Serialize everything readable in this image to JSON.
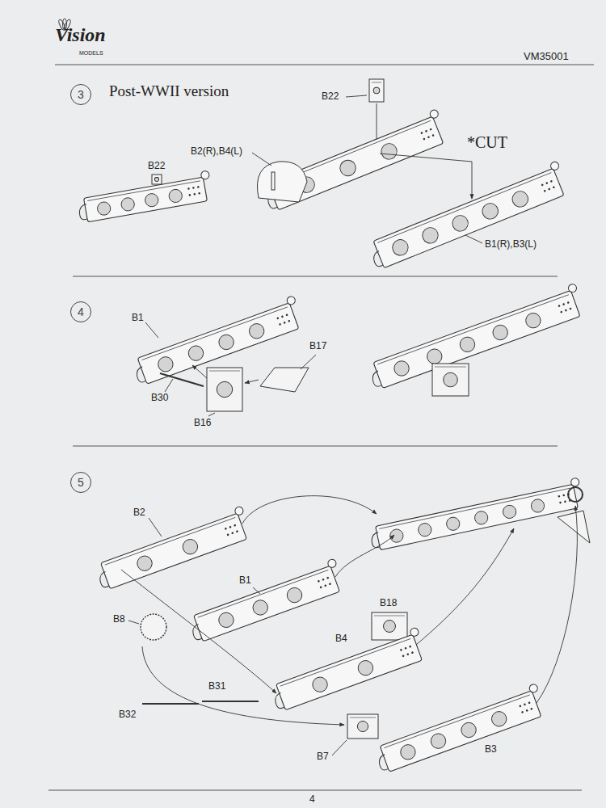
{
  "diagram": {
    "nodes": [
      {
        "text": [
          "3"
        ]
      },
      {
        "text": [
          "4"
        ]
      },
      {
        "text": [
          "5"
        ]
      }
    ],
    "labels": [
      "Vision",
      "MODELS",
      "VM35001",
      "Post-WWII version",
      "B22",
      "B2(R),B4(L)",
      "*CUT",
      "B22",
      "B1(R),B3(L)",
      "B1",
      "B17",
      "B30",
      "B16",
      "B2",
      "B1",
      "B18",
      "B8",
      "B4",
      "B31",
      "B32",
      "B7",
      "B3",
      "4"
    ]
  }
}
